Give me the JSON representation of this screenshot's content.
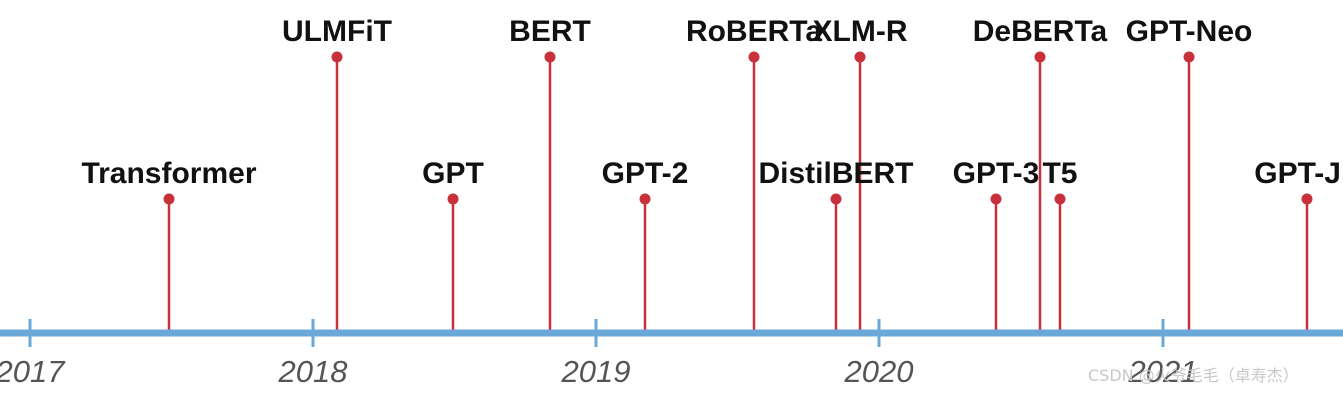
{
  "timeline": {
    "years": [
      "2017",
      "2018",
      "2019",
      "2020",
      "2021"
    ],
    "models": [
      {
        "name": "Transformer",
        "tier": "low"
      },
      {
        "name": "ULMFiT",
        "tier": "high"
      },
      {
        "name": "GPT",
        "tier": "low"
      },
      {
        "name": "BERT",
        "tier": "high"
      },
      {
        "name": "GPT-2",
        "tier": "low"
      },
      {
        "name": "RoBERTa",
        "tier": "high"
      },
      {
        "name": "DistilBERT",
        "tier": "low"
      },
      {
        "name": "XLM-R",
        "tier": "high"
      },
      {
        "name": "GPT-3",
        "tier": "low"
      },
      {
        "name": "DeBERTa",
        "tier": "high"
      },
      {
        "name": "T5",
        "tier": "low"
      },
      {
        "name": "GPT-Neo",
        "tier": "high"
      },
      {
        "name": "GPT-J",
        "tier": "low"
      }
    ]
  },
  "watermark": "CSDN @火爷毛毛（卓寿杰）",
  "colors": {
    "axis": "#6aa8d8",
    "stem": "#c8303a",
    "label": "#111111",
    "year": "#555555"
  }
}
